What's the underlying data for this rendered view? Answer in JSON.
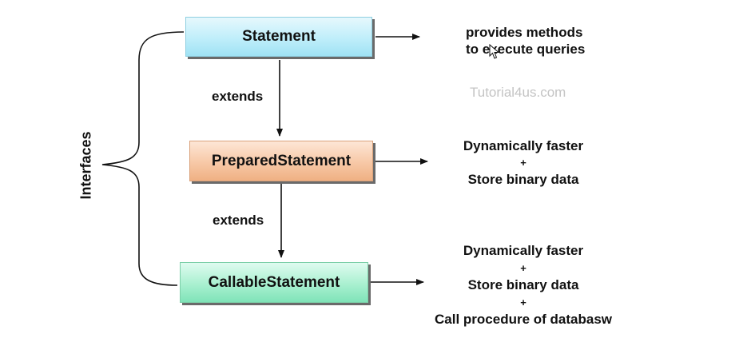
{
  "diagram": {
    "boxes": {
      "statement": "Statement",
      "prepared": "PreparedStatement",
      "callable": "CallableStatement"
    },
    "relations": {
      "extends_1": "extends",
      "extends_2": "extends"
    },
    "group_label": "Interfaces",
    "descriptions": {
      "statement": [
        "provides methods",
        "to execute queries"
      ],
      "prepared": [
        "Dynamically faster",
        "+",
        "Store binary data"
      ],
      "callable": [
        "Dynamically faster",
        "+",
        "Store binary data",
        "+",
        "Call procedure of databasw"
      ]
    },
    "watermark": "Tutorial4us.com"
  },
  "colors": {
    "statement_fill": "#bfeefa",
    "prepared_fill": "#f7c8a6",
    "callable_fill": "#a9f0d0",
    "line": "#111111"
  }
}
